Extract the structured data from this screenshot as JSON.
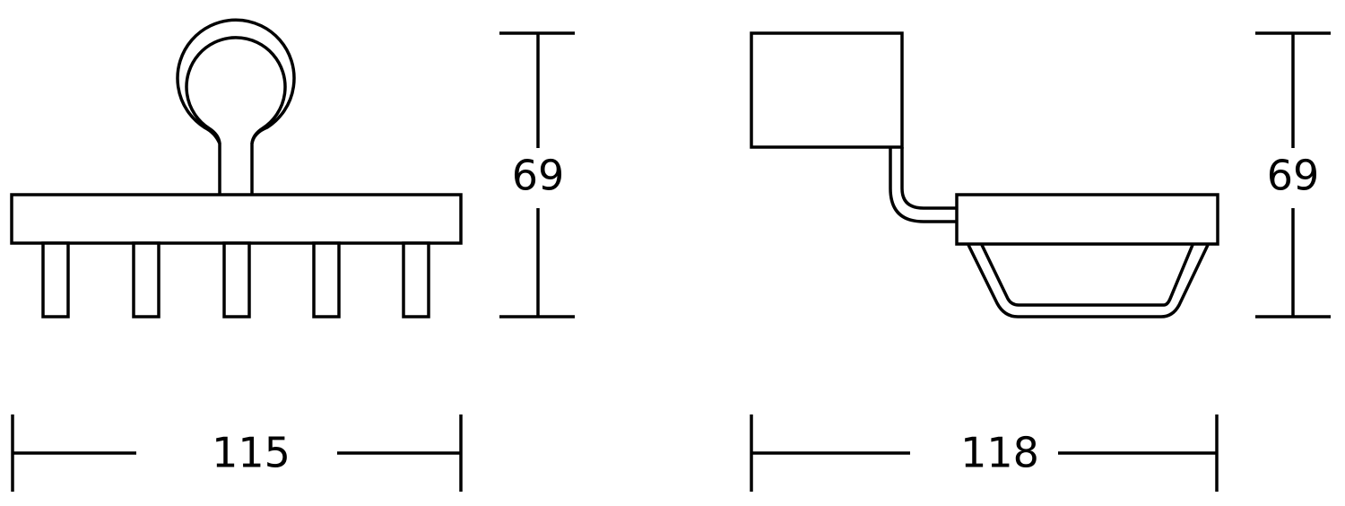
{
  "front_view": {
    "height_label": "69",
    "width_label": "115"
  },
  "side_view": {
    "height_label": "69",
    "width_label": "118"
  }
}
